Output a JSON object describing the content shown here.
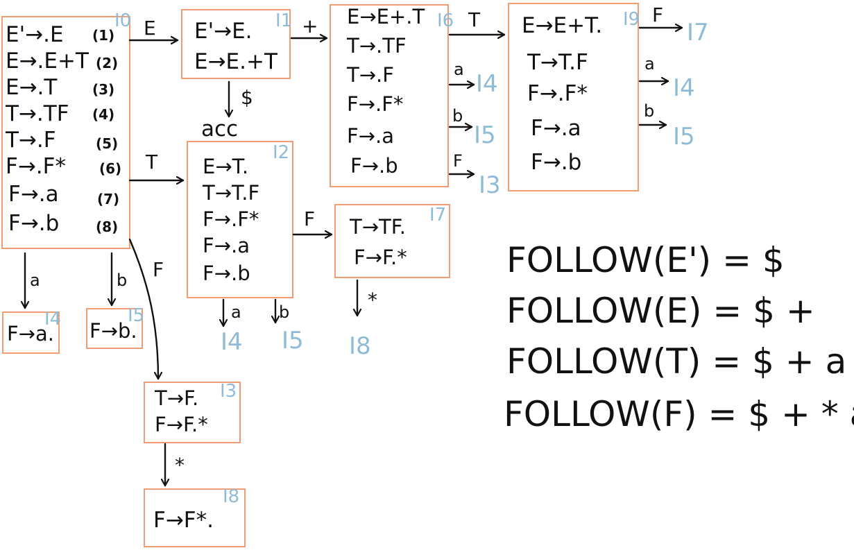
{
  "states": {
    "I0": {
      "tag": "I0",
      "items": [
        "E'→.E",
        "E→.E+T",
        "E→.T",
        "T→.TF",
        "T→.F",
        "F→.F*",
        "F→.a",
        "F→.b"
      ],
      "numbers": [
        "(1)",
        "(2)",
        "(3)",
        "(4)",
        "(5)",
        "(6)",
        "(7)",
        "(8)"
      ]
    },
    "I1": {
      "tag": "I1",
      "items": [
        "E'→E.",
        "E→E.+T"
      ]
    },
    "I2": {
      "tag": "I2",
      "items": [
        "E→T.",
        "T→T.F",
        "F→.F*",
        "F→.a",
        "F→.b"
      ]
    },
    "I3": {
      "tag": "I3",
      "items": [
        "T→F.",
        "F→F.*"
      ]
    },
    "I4": {
      "tag": "I4",
      "items": [
        "F→a."
      ]
    },
    "I5": {
      "tag": "I5",
      "items": [
        "F→b."
      ]
    },
    "I6": {
      "tag": "I6",
      "items": [
        "E→E+.T",
        "T→.TF",
        "T→.F",
        "F→.F*",
        "F→.a",
        "F→.b"
      ]
    },
    "I7": {
      "tag": "I7",
      "items": [
        "T→TF.",
        "F→F.*"
      ]
    },
    "I8": {
      "tag": "I8",
      "items": [
        "F→F*."
      ]
    },
    "I9": {
      "tag": "I9",
      "items": [
        "E→E+T.",
        "T→T.F",
        "F→.F*",
        "F→.a",
        "F→.b"
      ]
    }
  },
  "accept": "acc",
  "edges": {
    "i0_E": "E",
    "i0_T": "T",
    "i0_a": "a",
    "i0_b": "b",
    "i0_F": "F",
    "i1_dollar": "$",
    "i1_plus": "+",
    "i2_F": "F",
    "i2_a": "a",
    "i2_b": "b",
    "i3_star": "*",
    "i7_star": "*",
    "i6_T": "T",
    "i6_a": "a",
    "i6_b": "b",
    "i6_F": "F",
    "i9_F": "F",
    "i9_a": "a",
    "i9_b": "b"
  },
  "targets": {
    "i2_a": "I4",
    "i2_b": "I5",
    "i7_star": "I8",
    "i6_a": "I4",
    "i6_b": "I5",
    "i6_F": "I3",
    "i9_F": "I7",
    "i9_a": "I4",
    "i9_b": "I5"
  },
  "follow": [
    "FOLLOW(E') = $",
    "FOLLOW(E) = $ +",
    "FOLLOW(T) = $ + a b",
    "FOLLOW(F) = $ + * a b"
  ],
  "colors": {
    "state_border": "#f19d74",
    "state_tag": "#8fbbd7",
    "ink": "#111111"
  }
}
